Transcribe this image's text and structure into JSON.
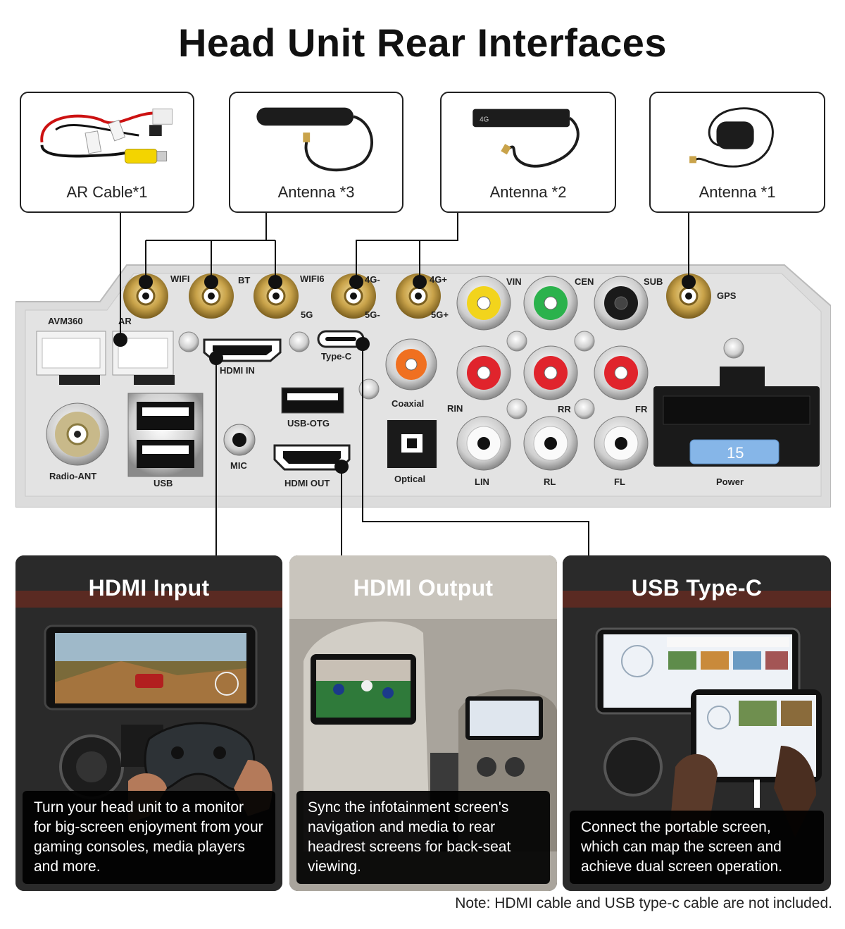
{
  "title": "Head Unit Rear Interfaces",
  "accessories": [
    {
      "label": "AR Cable*1"
    },
    {
      "label": "Antenna *3"
    },
    {
      "label": "Antenna *2"
    },
    {
      "label": "Antenna *1"
    }
  ],
  "panel_labels": {
    "wifi": "WIFI",
    "bt": "BT",
    "wifi6": "WIFI6",
    "ant_4g_minus": "4G-",
    "ant_4g_plus": "4G+",
    "vin": "VIN",
    "cen": "CEN",
    "sub": "SUB",
    "gps": "GPS",
    "avm360": "AVM360",
    "ar": "AR",
    "g5": "5G",
    "g5_minus": "5G-",
    "g5_plus": "5G+",
    "hdmi_in": "HDMI  IN",
    "type_c": "Type-C",
    "coaxial": "Coaxial",
    "usb_otg": "USB-OTG",
    "rin": "RIN",
    "rr": "RR",
    "fr": "FR",
    "radio_ant": "Radio-ANT",
    "usb": "USB",
    "mic": "MIC",
    "hdmi_out": "HDMI  OUT",
    "optical": "Optical",
    "lin": "LIN",
    "rl": "RL",
    "fl": "FL",
    "power": "Power",
    "fuse": "15"
  },
  "features": [
    {
      "title": "HDMI Input",
      "desc": "Turn your head unit to a monitor for big-screen enjoyment from your gaming consoles, media players and more."
    },
    {
      "title": "HDMI Output",
      "desc": "Sync the infotainment screen's navigation and media to rear headrest screens for back-seat viewing."
    },
    {
      "title": "USB Type-C",
      "desc": "Connect the portable screen, which can map the screen and achieve dual screen operation."
    }
  ],
  "note": "Note: HDMI cable and USB type-c cable are not included.",
  "colors": {
    "panel": "#dcdcdc",
    "gold": "#c9a34a",
    "rca_yellow": "#f2d41c",
    "rca_green": "#2bb24c",
    "rca_red": "#e0242c",
    "rca_orange": "#f07020",
    "fuse": "#86b6e8"
  }
}
